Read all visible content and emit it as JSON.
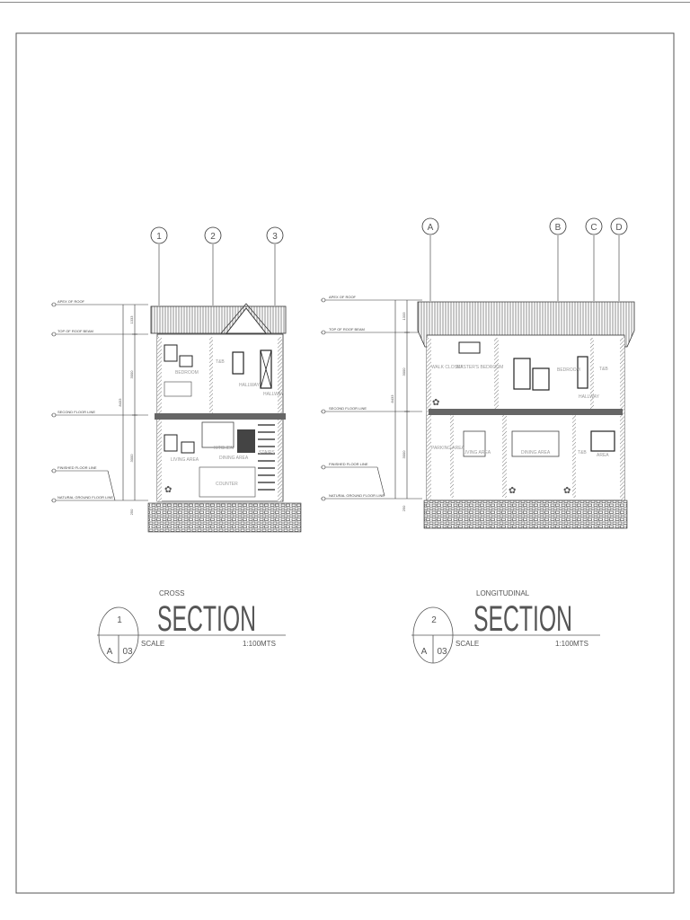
{
  "sheet": {
    "border_color": "#555555"
  },
  "cross_section": {
    "grid_labels": [
      "1",
      "2",
      "3"
    ],
    "levels": [
      "APEX OF ROOF",
      "TOP OF ROOF BEAM",
      "SECOND FLOOR LINE",
      "FINISHED FLOOR LINE",
      "NATURAL GROUND FLOOR LINE"
    ],
    "dimensions": [
      "1333",
      "3000",
      "3000",
      "8433",
      "250"
    ],
    "rooms": [
      "BEDROOM",
      "T&B",
      "HALLWAY",
      "HALLWAY",
      "LIVING AREA",
      "KITCHEN",
      "DINING AREA",
      "COUNTER",
      "STAIRS"
    ],
    "title": {
      "number": "1",
      "sheet_letter": "A",
      "sheet_number": "03",
      "subtitle": "CROSS",
      "title": "SECTION",
      "scale_label": "SCALE",
      "scale": "1:100MTS"
    }
  },
  "longitudinal_section": {
    "grid_labels": [
      "A",
      "B",
      "C",
      "D"
    ],
    "levels": [
      "APEX OF ROOF",
      "TOP OF ROOF BEAM",
      "SECOND FLOOR LINE",
      "FINISHED FLOOR LINE",
      "NATURAL GROUND FLOOR LINE"
    ],
    "dimensions": [
      "1333",
      "3000",
      "3000",
      "8433",
      "250"
    ],
    "rooms": [
      "WALK CLOSET",
      "MASTER'S BEDROOM",
      "BEDROOM",
      "HALLWAY",
      "T&B",
      "PARKING AREA",
      "LIVING AREA",
      "DINING AREA",
      "T&B",
      "AREA"
    ],
    "title": {
      "number": "2",
      "sheet_letter": "A",
      "sheet_number": "03",
      "subtitle": "LONGITUDINAL",
      "title": "SECTION",
      "scale_label": "SCALE",
      "scale": "1:100MTS"
    }
  }
}
